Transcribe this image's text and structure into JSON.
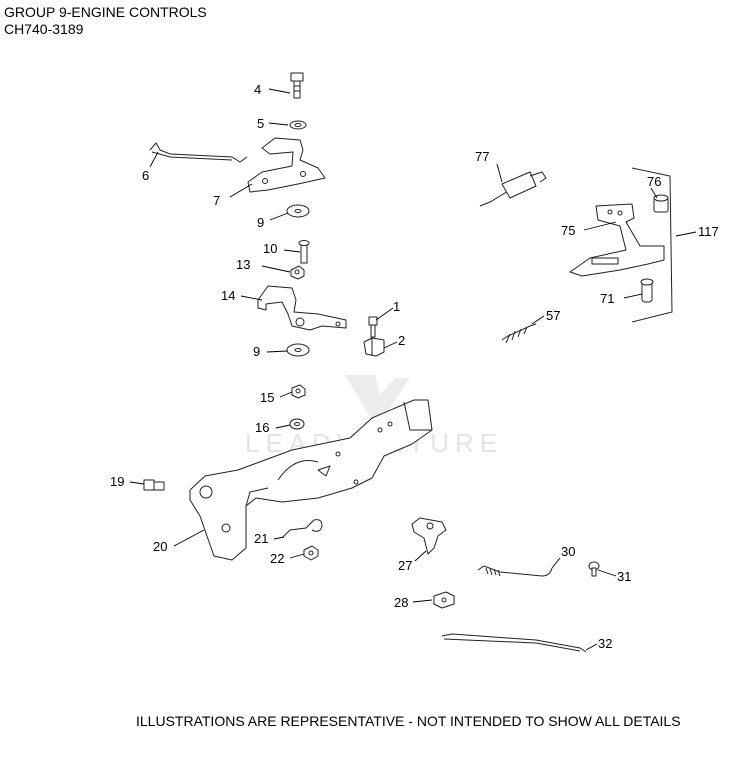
{
  "header": {
    "title": "GROUP 9-ENGINE CONTROLS",
    "subtitle": "CH740-3189"
  },
  "footer": {
    "note": "ILLUSTRATIONS ARE REPRESENTATIVE - NOT INTENDED TO SHOW ALL DETAILS"
  },
  "watermark": {
    "text": "LEADVENTURE"
  },
  "callouts": {
    "c4": "4",
    "c5": "5",
    "c6": "6",
    "c7": "7",
    "c9a": "9",
    "c10": "10",
    "c13": "13",
    "c14": "14",
    "c1": "1",
    "c2": "2",
    "c9b": "9",
    "c15": "15",
    "c16": "16",
    "c19": "19",
    "c20": "20",
    "c21": "21",
    "c22": "22",
    "c27": "27",
    "c28": "28",
    "c30": "30",
    "c31": "31",
    "c32": "32",
    "c77": "77",
    "c76": "76",
    "c75": "75",
    "c117": "117",
    "c71": "71",
    "c57": "57"
  }
}
